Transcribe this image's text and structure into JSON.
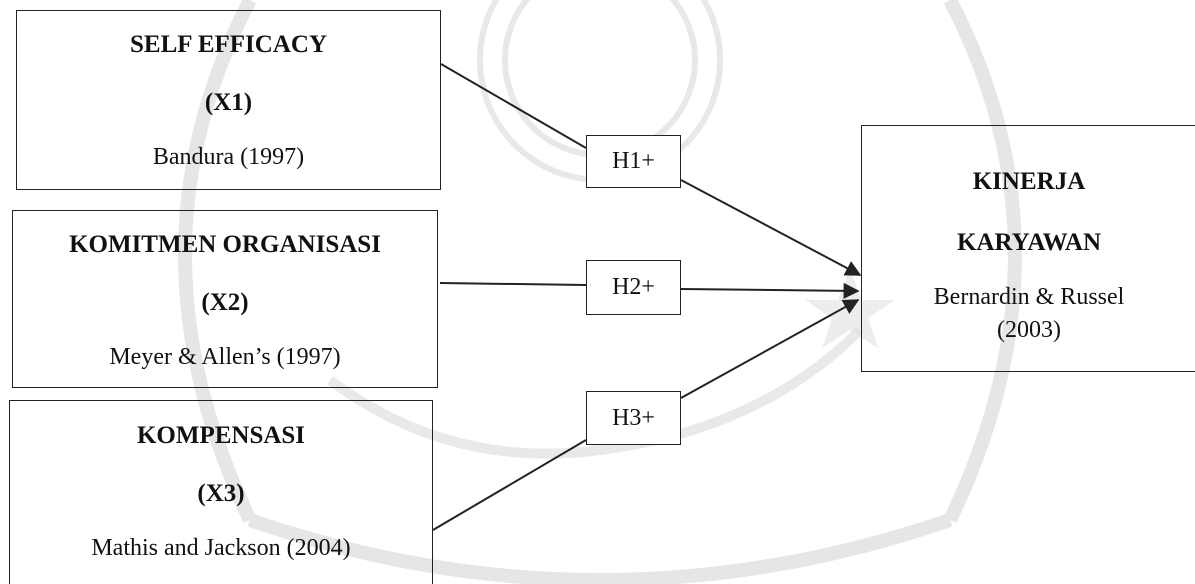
{
  "variables": {
    "x1": {
      "title": "SELF EFFICACY",
      "code": "(X1)",
      "reference": "Bandura (1997)"
    },
    "x2": {
      "title": "KOMITMEN ORGANISASI",
      "code": "(X2)",
      "reference": "Meyer & Allen’s (1997)"
    },
    "x3": {
      "title": "KOMPENSASI",
      "code": "(X3)",
      "reference": "Mathis and Jackson  (2004)"
    },
    "y": {
      "title_line1": "KINERJA",
      "title_line2": "KARYAWAN",
      "reference_line1": "Bernardin & Russel",
      "reference_line2": "(2003)"
    }
  },
  "hypotheses": [
    {
      "label": "H1+"
    },
    {
      "label": "H2+"
    },
    {
      "label": "H3+"
    }
  ],
  "colors": {
    "line": "#222222",
    "watermark": "#d9d9d9"
  }
}
